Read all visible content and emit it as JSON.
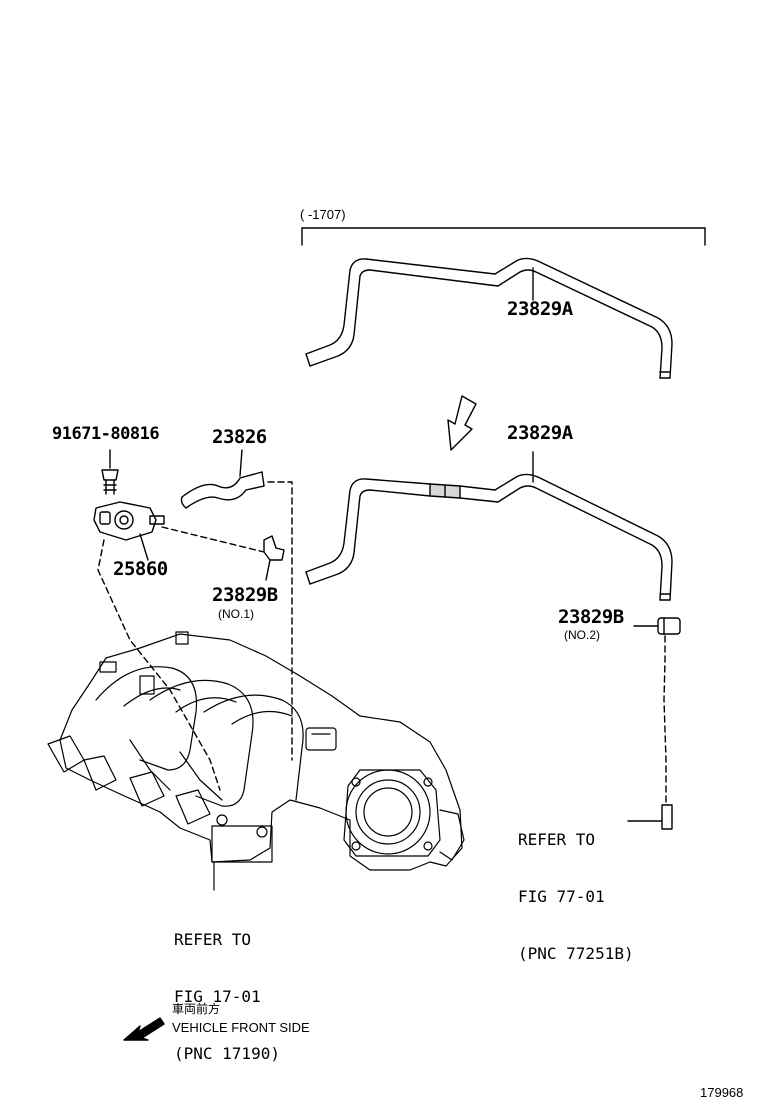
{
  "date_range": "(     -1707)",
  "parts": {
    "hose_upper": "23829A",
    "hose_lower": "23829A",
    "bolt": "91671-80816",
    "hose_small": "23826",
    "vsv": "25860",
    "clamp_1": "23829B",
    "clamp_1_note": "(NO.1)",
    "clamp_2": "23829B",
    "clamp_2_note": "(NO.2)"
  },
  "refs": {
    "manifold": [
      "REFER TO",
      "FIG 17-01",
      "(PNC 17190)"
    ],
    "pipe": [
      "REFER TO",
      "FIG 77-01",
      "(PNC 77251B)"
    ]
  },
  "front_side": {
    "cjk": "車両前方",
    "en": "VEHICLE FRONT SIDE"
  },
  "figure_id": "179968"
}
